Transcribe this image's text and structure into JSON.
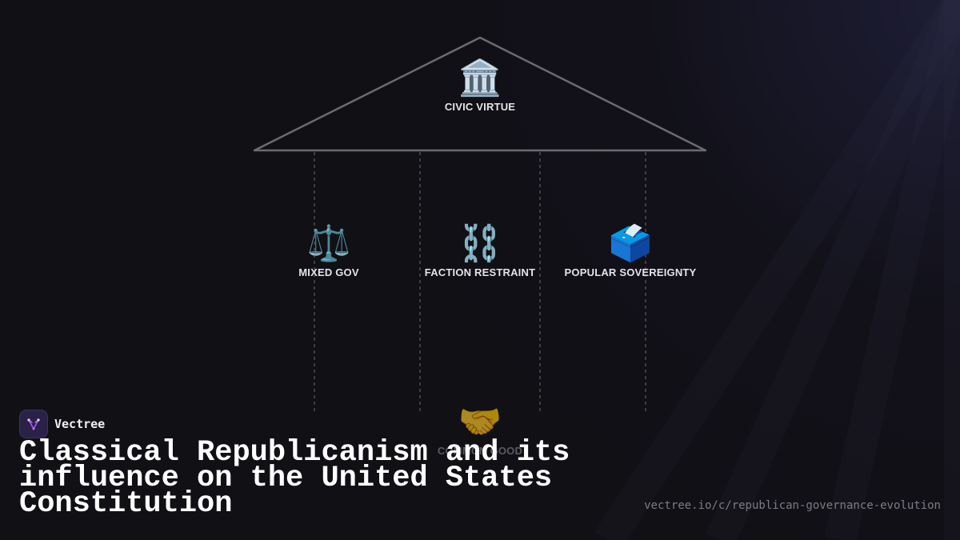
{
  "diagram": {
    "pediment": {
      "icon": "classical-building-icon",
      "emoji": "🏛️",
      "label": "CIVIC VIRTUE"
    },
    "pillars": [
      {
        "icon": "balance-scale-icon",
        "emoji": "⚖️",
        "label": "MIXED GOV"
      },
      {
        "icon": "chains-icon",
        "emoji": "⛓️",
        "label": "FACTION RESTRAINT"
      },
      {
        "icon": "ballot-box-icon",
        "emoji": "🗳️",
        "label": "POPULAR SOVEREIGNTY"
      }
    ],
    "foundation": {
      "icon": "handshake-icon",
      "emoji": "🤝",
      "label": "COMMON GOOD"
    }
  },
  "brand": {
    "name": "Vectree",
    "icon": "vectree-logo-icon"
  },
  "title": "Classical Republicanism and its influence on the United States Constitution",
  "url": "vectree.io/c/republican-governance-evolution",
  "colors": {
    "background": "#111015",
    "temple_stroke": "#6b6b70",
    "pillar_dash": "#4a4a50",
    "label_text": "#e4e4e8",
    "faded_text": "#5a5a62",
    "logo_bg": "#2a2148",
    "logo_accent": "#a855f7",
    "url_text": "#7c7c84"
  }
}
